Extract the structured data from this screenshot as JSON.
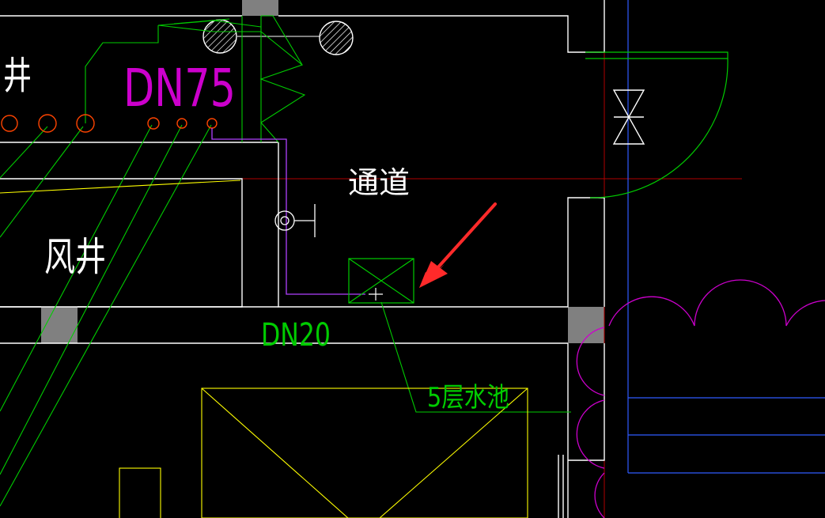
{
  "labels": {
    "pipe_size_large": "DN75",
    "pipe_size_small": "DN20",
    "corridor": "通道",
    "air_shaft": "风井",
    "shaft_partial": "井",
    "floor_pool": "5层水池"
  },
  "colors": {
    "background": "#000000",
    "wall": "#ffffff",
    "pipe_green": "#00cc00",
    "pipe_magenta": "#cc00cc",
    "purple_pipe": "#b040ff",
    "yellow": "#ffff00",
    "blue": "#2f5bff",
    "red_line": "#b00000",
    "column_gray": "#808080",
    "annotation_arrow": "#ff2a2a"
  }
}
